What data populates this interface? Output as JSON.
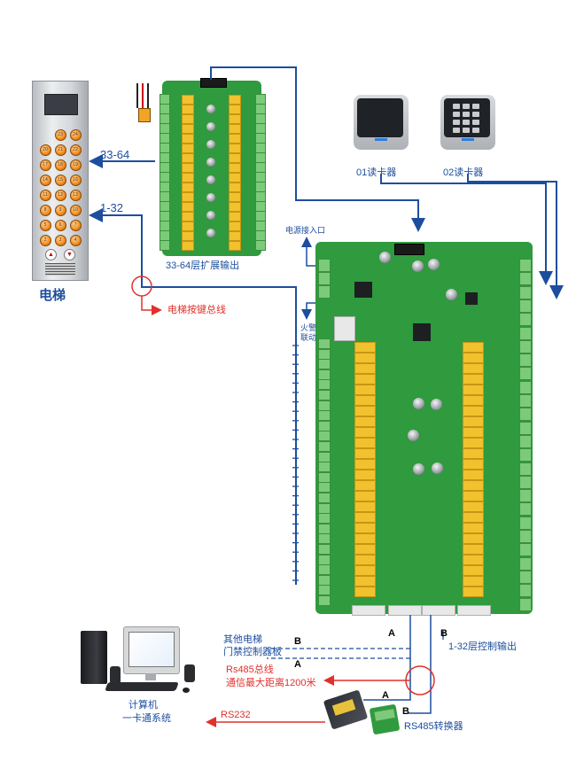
{
  "labels": {
    "elevator": "电梯",
    "range_upper": "33-64",
    "range_lower": "1-32",
    "button_bus": "电梯按键总线",
    "expansion_board": "33-64层扩展输出",
    "reader1": "01读卡器",
    "reader2": "02读卡器",
    "power_input": "电源接入口",
    "fire_alarm_line1": "火警",
    "fire_alarm_line2": "联动",
    "control_output": "1-32层控制输出",
    "other_elevator_line1": "其他电梯",
    "other_elevator_line2": "门禁控制器板",
    "rs485_line1": "Rs485总线",
    "rs485_line2": "通信最大距离1200米",
    "computer_line1": "计算机",
    "computer_line2": "一卡通系统",
    "rs232": "RS232",
    "converter": "RS485转换器",
    "terminal_a": "A",
    "terminal_b": "B",
    "bus_a": "A",
    "bus_b": "B",
    "conv_a": "A",
    "conv_b": "B",
    "other_a": "A",
    "other_b": "B"
  },
  "elevator_buttons": [
    "23",
    "24",
    "20",
    "21",
    "22",
    "17",
    "18",
    "19",
    "14",
    "15",
    "16",
    "11",
    "12",
    "13",
    "8",
    "9",
    "10",
    "5",
    "6",
    "7",
    "2",
    "3",
    "4"
  ],
  "colors": {
    "blue_line": "#1d4e9e",
    "red_line": "#e0312b",
    "board_green": "#2f9a3e",
    "relay_yellow": "#f2c12e"
  }
}
